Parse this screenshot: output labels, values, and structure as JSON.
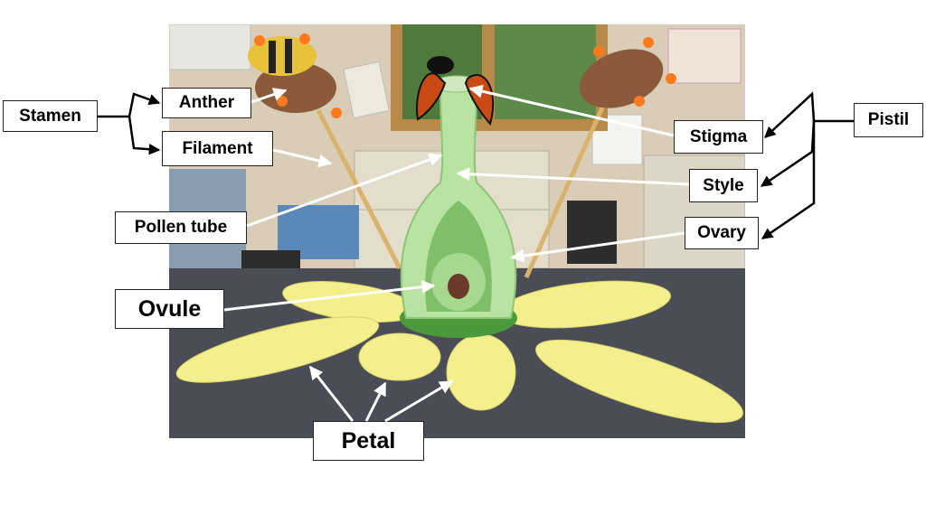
{
  "labels": {
    "stamen": "Stamen",
    "anther": "Anther",
    "filament": "Filament",
    "pollen_tube": "Pollen tube",
    "ovule": "Ovule",
    "petal": "Petal",
    "stigma": "Stigma",
    "style": "Style",
    "ovary": "Ovary",
    "pistil": "Pistil"
  },
  "colors": {
    "petal": "#f2ef8c",
    "pistil_body": "#b8e3a0",
    "pistil_dark": "#7fbf6a",
    "base_ring": "#4a9a3c",
    "carpet": "#4a4d55",
    "wall": "#d9cdb8",
    "window_frame": "#b88a4a",
    "leaders": "#000000"
  }
}
